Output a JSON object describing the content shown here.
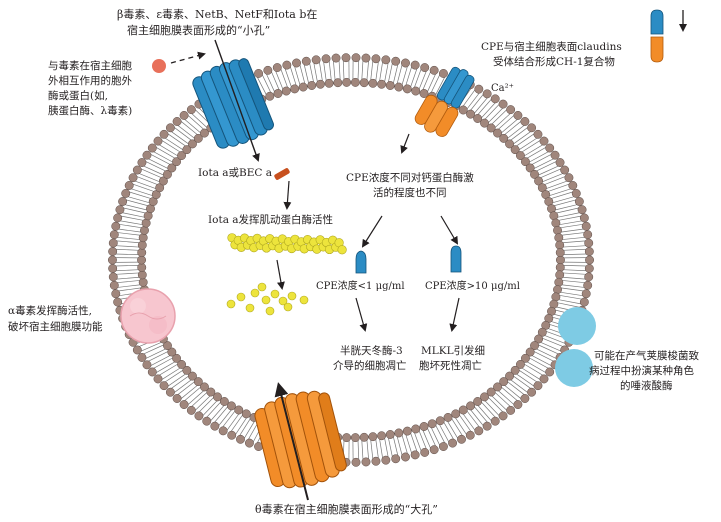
{
  "labels": {
    "pore_toxins": [
      "β毒素、ε毒素、NetB、NetF和Iota b在",
      "宿主细胞膜表面形成的“小孔”"
    ],
    "protease": [
      "与毒素在宿主细胞",
      "外相互作用的胞外",
      "酶或蛋白(如,",
      "胰蛋白酶、λ毒素)"
    ],
    "cpe_claudin": [
      "CPE与宿主细胞表面claudins",
      "受体结合形成CH-1复合物"
    ],
    "calcium": "Ca²⁺",
    "iota_bec": "Iota a或BEC a",
    "iota_actin": "Iota a发挥肌动蛋白酶活性",
    "cpe_calpain": [
      "CPE浓度不同对钙蛋白酶激",
      "活的程度也不同"
    ],
    "cpe_low": "CPE浓度<1 μg/ml",
    "cpe_high": "CPE浓度>10 μg/ml",
    "caspase": [
      "半胱天冬酶-3",
      "介导的细胞凋亡"
    ],
    "mlkl": [
      "MLKL引发细",
      "胞坏死性凋亡"
    ],
    "alpha": [
      "α毒素发挥酶活性,",
      "破坏宿主细胞膜功能"
    ],
    "sialidase": [
      "可能在产气荚膜梭菌致",
      "病过程中扮演某种角色",
      "的唾液酸酶"
    ],
    "theta": "θ毒素在宿主细胞膜表面形成的“大孔”"
  },
  "colors": {
    "membrane_head": "#a0867c",
    "membrane_outline": "#5a4a45",
    "pore_blue": "#2b8cc4",
    "pore_orange": "#f28c28",
    "protease_dot": "#e8705a",
    "actin": "#ede43c",
    "alpha_toxin": "#f7c6cf",
    "sialidase": "#7ecbe4",
    "bec_bar": "#c8501e"
  }
}
